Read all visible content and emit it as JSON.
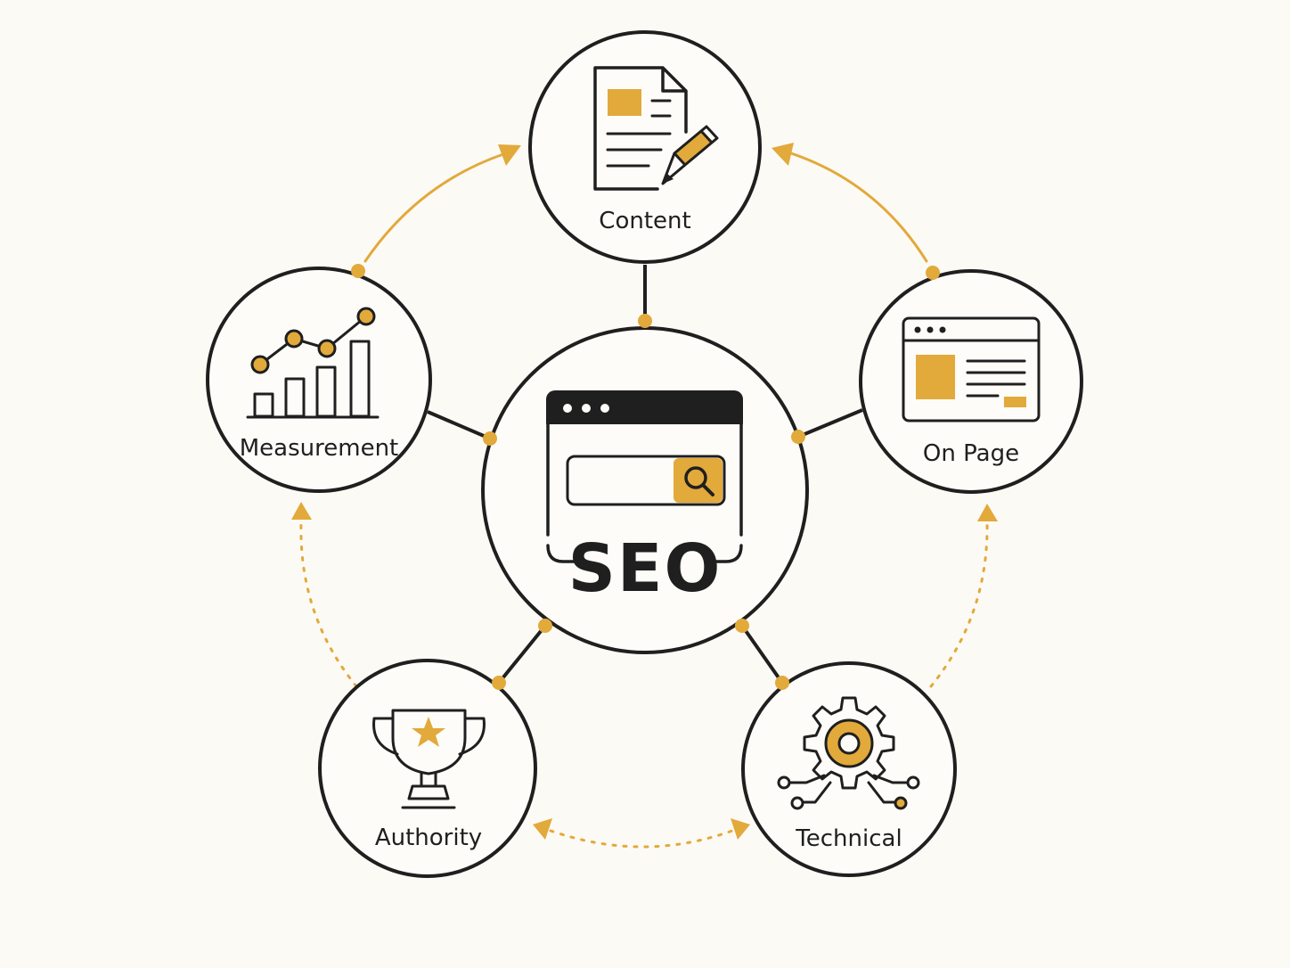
{
  "center": {
    "label": "SEO"
  },
  "nodes": [
    {
      "id": "content",
      "label": "Content"
    },
    {
      "id": "on-page",
      "label": "On Page"
    },
    {
      "id": "technical",
      "label": "Technical"
    },
    {
      "id": "authority",
      "label": "Authority"
    },
    {
      "id": "measurement",
      "label": "Measurement"
    }
  ],
  "colors": {
    "accent": "#e2a93b",
    "ink": "#1f1f1f",
    "background": "#fcfaf5"
  }
}
